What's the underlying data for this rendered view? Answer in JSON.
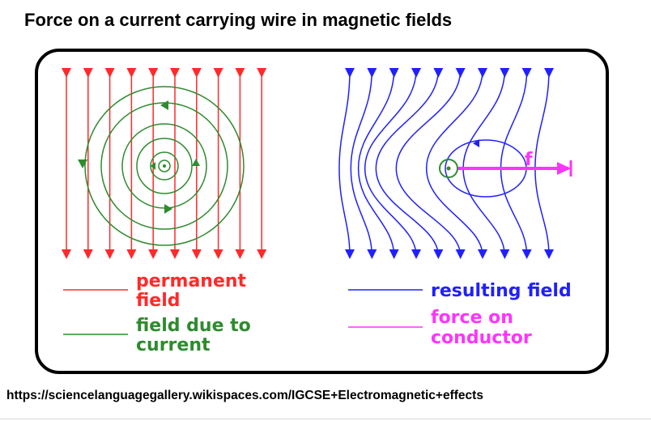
{
  "title": "Force on a current carrying wire in magnetic fields",
  "source_url": "https://sciencelanguagegallery.wikispaces.com/IGCSE+Electromagnetic+effects",
  "colors": {
    "permanent_field": "#ff2a2a",
    "current_field": "#2e8b2e",
    "resulting_field": "#2020ff",
    "force": "#ff33ff",
    "frame": "#000000"
  },
  "left_panel": {
    "legend": [
      {
        "lines": [
          "permanent",
          "field"
        ],
        "color_key": "permanent_field"
      },
      {
        "lines": [
          "field due to",
          "current"
        ],
        "color_key": "current_field"
      }
    ]
  },
  "right_panel": {
    "force_label": "f",
    "legend": [
      {
        "lines": [
          "resulting field"
        ],
        "color_key": "resulting_field"
      },
      {
        "lines": [
          "force on",
          "conductor"
        ],
        "color_key": "force"
      }
    ]
  }
}
